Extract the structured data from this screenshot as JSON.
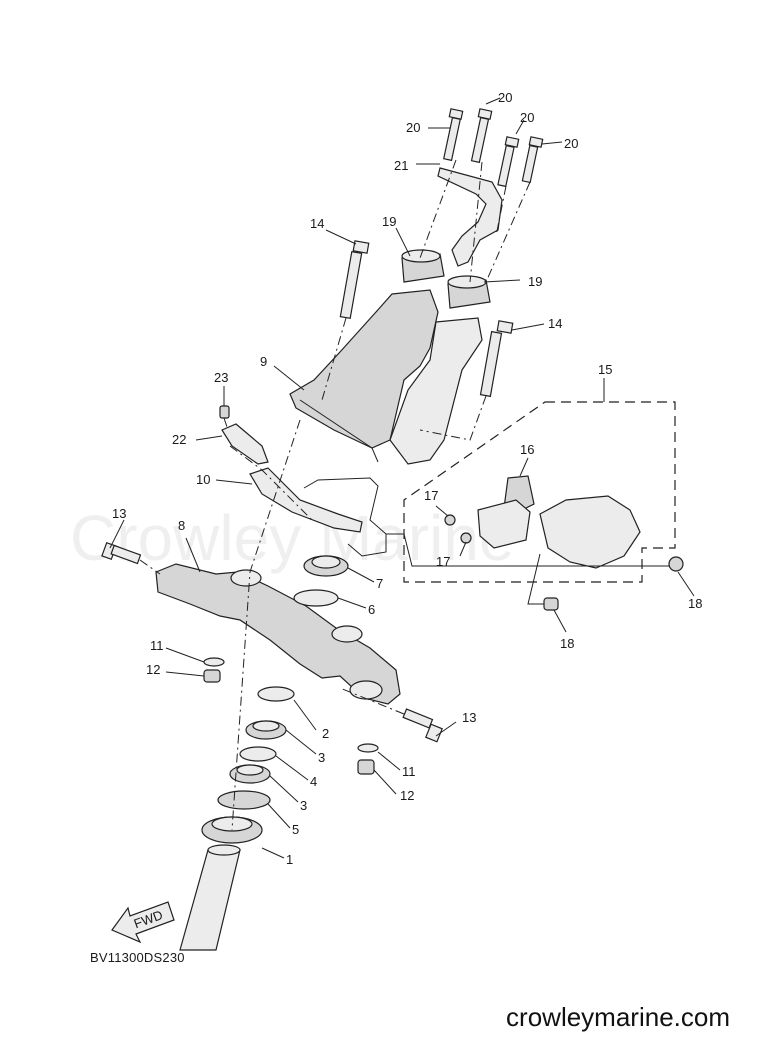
{
  "labels": {
    "l1": "1",
    "l2": "2",
    "l3a": "3",
    "l3b": "3",
    "l4": "4",
    "l5": "5",
    "l6": "6",
    "l7": "7",
    "l8": "8",
    "l9": "9",
    "l10": "10",
    "l11a": "11",
    "l11b": "11",
    "l12a": "12",
    "l12b": "12",
    "l13a": "13",
    "l13b": "13",
    "l14a": "14",
    "l14b": "14",
    "l15": "15",
    "l16": "16",
    "l17a": "17",
    "l17b": "17",
    "l18a": "18",
    "l18b": "18",
    "l19a": "19",
    "l19b": "19",
    "l20a": "20",
    "l20b": "20",
    "l20c": "20",
    "l20d": "20",
    "l21": "21",
    "l22": "22",
    "l23": "23"
  },
  "fwd_arrow_text": "FWD",
  "diagram_code": "BV11300DS230",
  "website": "crowleymarine.com",
  "watermark": "Crowley Marine"
}
